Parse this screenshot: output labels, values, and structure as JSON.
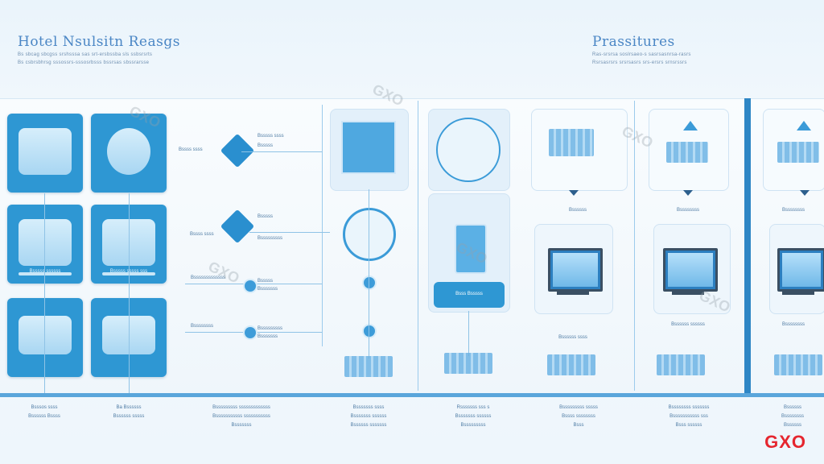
{
  "header": {
    "left_title": "Hotel Nsulsitn Reasgs",
    "left_sub1": "Bs sbcag sbcgss srshsssa sas srt-ersbssba sls ssbsrsrts",
    "left_sub2": "Bs csbrsbhrsg sssossrs-sssosrbsss bssrsas sbssrarsse",
    "right_title": "Prassitures",
    "right_sub1": "Ras-srsrsa soslrsaeo-s sasrsasnrsa-rasrs",
    "right_sub2": "Rsrsasrsrs srsrsasrs srs-ersrs srnsrssrs"
  },
  "flow_labels": {
    "d1": "Bsssss ssss",
    "d1b": "Bsssss",
    "d2": "Bsssss",
    "d2b": "Bsssssssss",
    "arrow1": "Bssss ssss",
    "arrow2": "Bssss ssss",
    "arrow3": "Bsssssssssssss",
    "arrow4": "Bssssssss",
    "dot1": "Bsssss",
    "dot1b": "Bsssssss",
    "dot2": "Bsssssssss",
    "dot2b": "Bsssssss",
    "mid_button": "Bsss Bsssss",
    "col3_top": "Bssssss",
    "col4_top": "Bssssssss",
    "col5_top": "Bssssssss",
    "col3_bot": "Bssssss ssss",
    "col4_bot": "Bssssss ssssss",
    "col5_bot": "Bssssssss"
  },
  "tile_labels": [
    "Bsssss ssssss",
    "Bsssss sssss sss"
  ],
  "footer": [
    {
      "l1": "Bsssos ssss",
      "l2": "Bssssss Bssss"
    },
    {
      "l1": "Ba Bssssss",
      "l2": "Bssssss sssss"
    },
    {
      "l1": "Bsssssssss sssssssssssss",
      "l2": "Bsssssssssss sssssssssss",
      "l3": "Bsssssss"
    },
    {
      "l1": "Bsssssss ssss",
      "l2": "Bsssssss ssssss",
      "l3": "Bssssss sssssss"
    },
    {
      "l1": "Rsssssss sss s",
      "l2": "Bsssssss ssssss",
      "l3": "Bsssssssss"
    },
    {
      "l1": "Bsssssssss sssss",
      "l2": "Bssss ssssssss",
      "l3": "Bsss"
    },
    {
      "l1": "Bssssssss sssssss",
      "l2": "Bsssssssssss sss",
      "l3": "Bsss ssssss"
    },
    {
      "l1": "Bssssss",
      "l2": "Bssssssss",
      "l3": "Bssssss"
    }
  ],
  "watermark": "GXO",
  "brand": "GXO",
  "colors": {
    "accent": "#2e97d3",
    "brand_red": "#e5262f",
    "line": "#8fc3e6"
  }
}
